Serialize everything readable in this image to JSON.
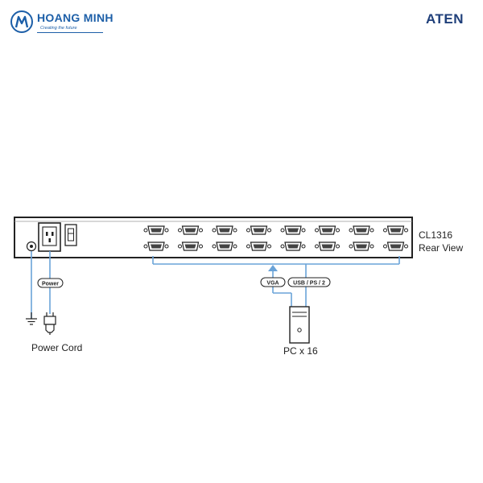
{
  "header": {
    "left_logo": {
      "brand": "HOANG MINH",
      "tagline": "Creating the future"
    },
    "right_logo": {
      "brand": "ATEN"
    }
  },
  "diagram": {
    "model": "CL1316",
    "view": "Rear View",
    "labels": {
      "power_tag": "Power",
      "vga_tag": "VGA",
      "usb_tag": "USB / PS / 2",
      "power_cord": "Power Cord",
      "pc": "PC x 16"
    },
    "port_count": 16
  },
  "colors": {
    "line": "#6aa3d8",
    "stroke": "#222222",
    "brand_blue": "#1d5fa8",
    "aten_blue": "#1f3f7a"
  }
}
